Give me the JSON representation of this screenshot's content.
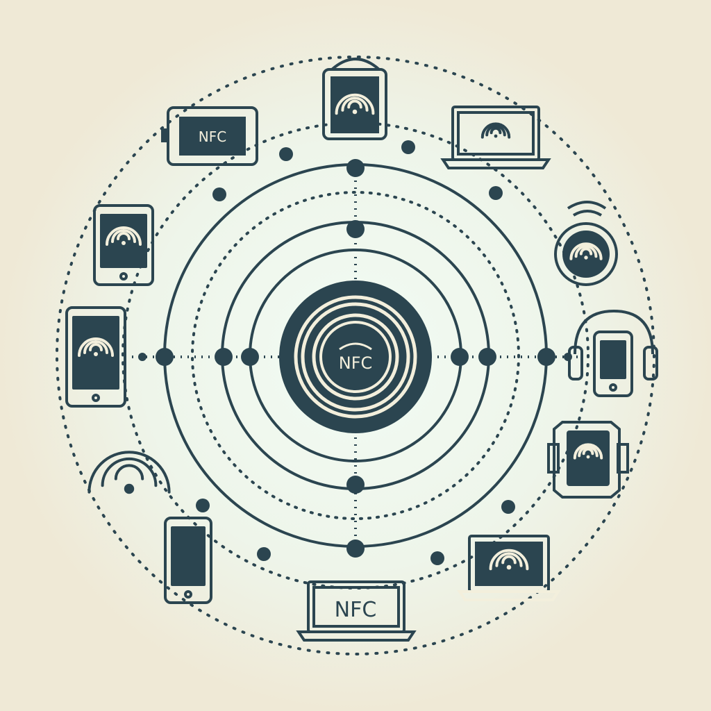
{
  "center": {
    "label": "NFC"
  },
  "devices": [
    {
      "type": "nfc-card-reader",
      "label": "NFC"
    },
    {
      "type": "tablet-wireless"
    },
    {
      "type": "laptop-wireless"
    },
    {
      "type": "phone-wireless"
    },
    {
      "type": "speaker-wireless"
    },
    {
      "type": "phone-wireless"
    },
    {
      "type": "headphones-phone"
    },
    {
      "type": "wifi-signal"
    },
    {
      "type": "smartwatch-wireless"
    },
    {
      "type": "phone"
    },
    {
      "type": "laptop-wireless"
    },
    {
      "type": "nfc-laptop",
      "label": "NFC"
    }
  ],
  "colors": {
    "ink": "#2b4550",
    "background": "#efe9d6",
    "glow": "#f2fbf3"
  }
}
